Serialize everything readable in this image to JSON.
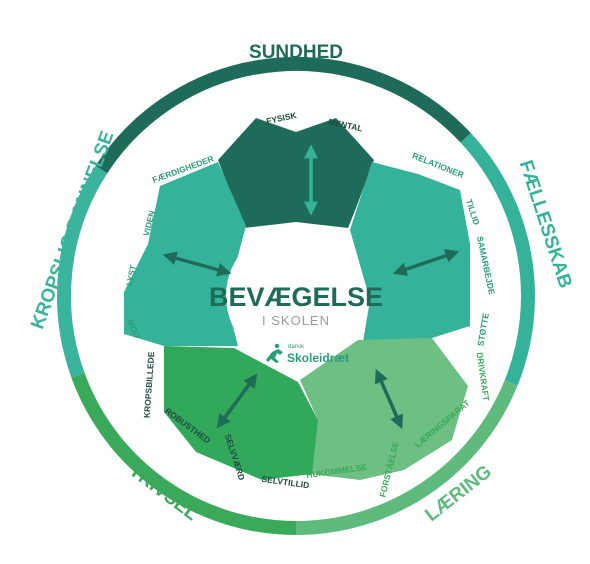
{
  "colors": {
    "sundhed": "#1f6b5a",
    "faellesskab": "#35b39a",
    "laering": "#5fba7d",
    "trivsel": "#3aa95a",
    "kropslig": "#3ab49c",
    "petal_top": "#1f6b5a",
    "petal_right": "#35b39a",
    "petal_bottom_right": "#6dbf83",
    "petal_bottom_left": "#32a85a",
    "petal_left": "#35b39a",
    "arrow": "#1f6b5a",
    "center_title": "#1f6b5a"
  },
  "segments": {
    "sundhed": "SUNDHED",
    "faellesskab": "FÆLLESSKAB",
    "laering": "LÆRING",
    "trivsel": "TRIVSEL",
    "kropslig": "KROPSLIG DANNELSE"
  },
  "petals": {
    "top": [
      "FYSISK",
      "MENTAL"
    ],
    "right": [
      "RELATIONER",
      "TILLID",
      "SAMARBEJDE",
      "STØTTE"
    ],
    "bottom_right": [
      "DRIVKRAFT",
      "LÆRINGSPARAT",
      "FORSTÅELSE",
      "HUKOMMELSE"
    ],
    "bottom_left": [
      "SELVTILLID",
      "SELVVÆRD",
      "ROBUSTHED",
      "KROPSBILLEDE"
    ],
    "left": [
      "MOD",
      "LYST",
      "VIDEN",
      "FÆRDIGHEDER"
    ]
  },
  "center": {
    "title": "BEVÆGELSE",
    "subtitle": "I SKOLEN"
  },
  "logo": {
    "small": "dansk",
    "big": "Skoleidræt",
    "icon": "running-figure-icon"
  }
}
